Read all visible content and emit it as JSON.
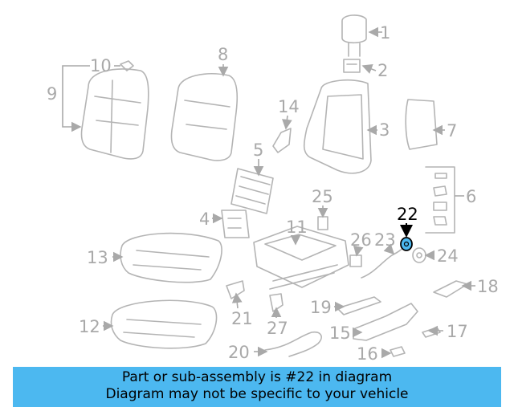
{
  "part_labels": {
    "p1": "1",
    "p2": "2",
    "p3": "3",
    "p4": "4",
    "p5": "5",
    "p6": "6",
    "p7": "7",
    "p8": "8",
    "p9": "9",
    "p10": "10",
    "p11": "11",
    "p12": "12",
    "p13": "13",
    "p14": "14",
    "p15": "15",
    "p16": "16",
    "p17": "17",
    "p18": "18",
    "p19": "19",
    "p20": "20",
    "p21": "21",
    "p22": "22",
    "p23": "23",
    "p24": "24",
    "p25": "25",
    "p26": "26",
    "p27": "27"
  },
  "highlighted_part": "22",
  "highlight_color": "#4cb8f0",
  "caption": {
    "line1": "Part or sub-assembly is #22 in diagram",
    "line2": "Diagram may not be specific to your vehicle",
    "background": "#4cb8f0"
  }
}
